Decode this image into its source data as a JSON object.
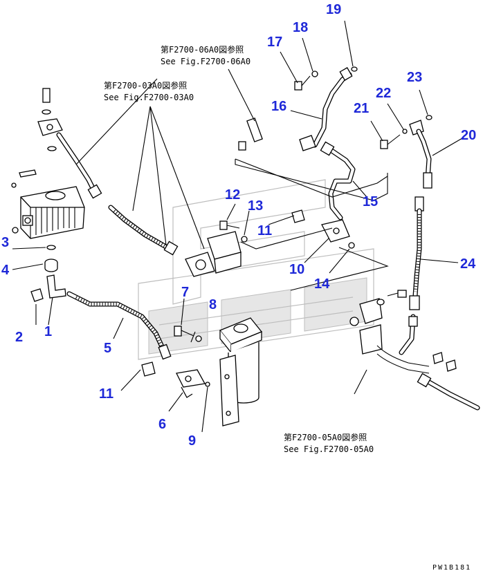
{
  "figure_code": "PW1B181",
  "references": [
    {
      "jp": "第F2700-06A0図参照",
      "en": "See Fig.F2700-06A0"
    },
    {
      "jp": "第F2700-03A0図参照",
      "en": "See Fig.F2700-03A0"
    },
    {
      "jp": "第F2700-05A0図参照",
      "en": "See Fig.F2700-05A0"
    }
  ],
  "callouts": [
    "1",
    "2",
    "3",
    "4",
    "5",
    "6",
    "7",
    "8",
    "9",
    "10",
    "11",
    "11",
    "12",
    "13",
    "14",
    "15",
    "16",
    "17",
    "18",
    "19",
    "20",
    "21",
    "22",
    "23",
    "24"
  ],
  "colors": {
    "callout": "#1e28d8",
    "lines": "#000000",
    "watermark": "#bdbdbd"
  }
}
